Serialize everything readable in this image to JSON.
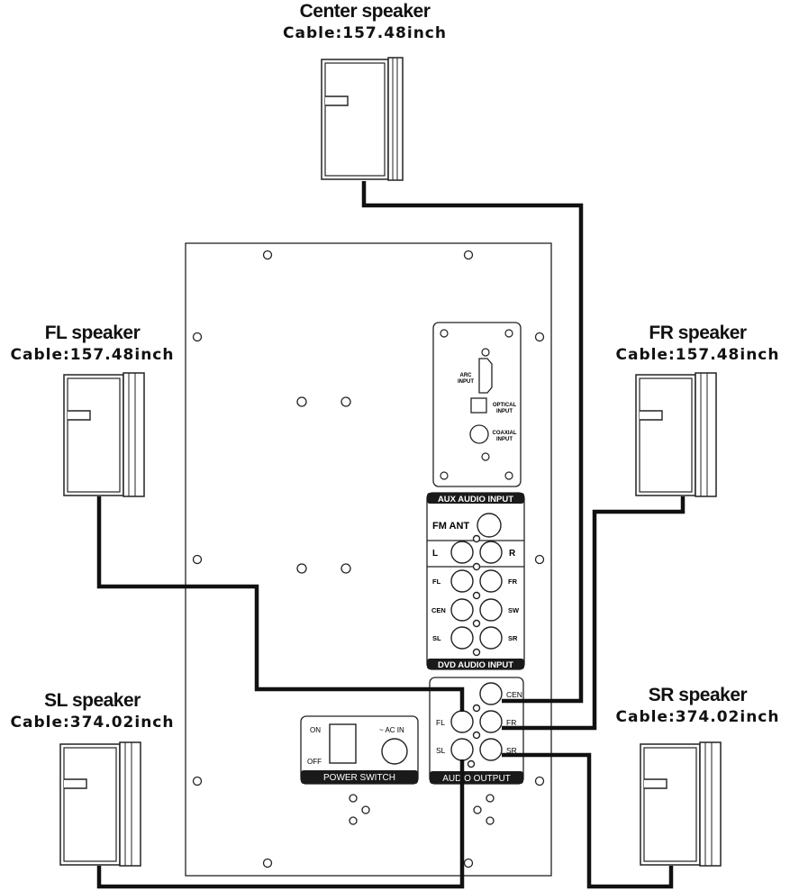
{
  "speakers": {
    "center": {
      "name": "Center speaker",
      "cable": "Cable:157.48inch"
    },
    "fl": {
      "name": "FL speaker",
      "cable": "Cable:157.48inch"
    },
    "fr": {
      "name": "FR speaker",
      "cable": "Cable:157.48inch"
    },
    "sl": {
      "name": "SL speaker",
      "cable": "Cable:374.02inch"
    },
    "sr": {
      "name": "SR speaker",
      "cable": "Cable:374.02inch"
    }
  },
  "aux_panel": {
    "arc": "ARC",
    "arc2": "INPUT",
    "optical": "OPTICAL",
    "optical2": "INPUT",
    "coaxial": "COAXIAL",
    "coaxial2": "INPUT"
  },
  "input_block": {
    "aux_header": "AUX AUDIO INPUT",
    "fm_ant": "FM ANT",
    "l": "L",
    "r": "R",
    "fl": "FL",
    "fr": "FR",
    "cen": "CEN",
    "sw": "SW",
    "sl": "SL",
    "sr": "SR",
    "dvd_footer": "DVD AUDIO INPUT"
  },
  "output_block": {
    "cen": "CEN",
    "fl": "FL",
    "fr": "FR",
    "sl": "SL",
    "sr": "SR",
    "footer": "AUDIO OUTPUT"
  },
  "power": {
    "on": "ON",
    "off": "OFF",
    "ac_in": "~ AC IN",
    "footer": "POWER SWITCH"
  }
}
